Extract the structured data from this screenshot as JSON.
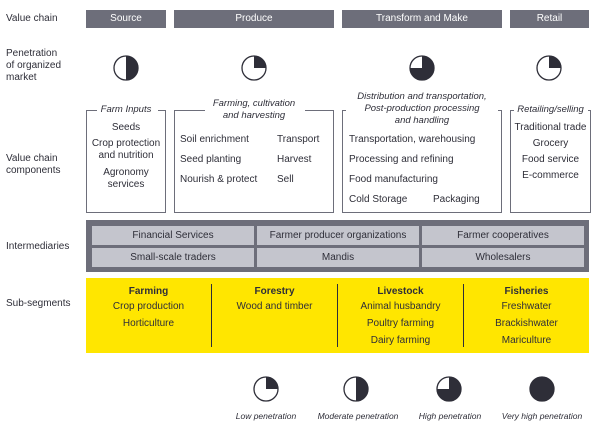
{
  "row_labels": {
    "value_chain": "Value chain",
    "penetration": [
      "Penetration",
      "of organized",
      "market"
    ],
    "components": [
      "Value chain",
      "components"
    ],
    "intermediaries": "Intermediaries",
    "sub_segments": "Sub-segments"
  },
  "headers": [
    "Source",
    "Produce",
    "Transform and Make",
    "Retail"
  ],
  "penetration_levels": [
    "moderate",
    "low",
    "high",
    "low"
  ],
  "components": {
    "farm_inputs": {
      "title": "Farm Inputs",
      "items": [
        "Seeds",
        "Crop protection",
        "and nutrition",
        "Agronomy",
        "services"
      ]
    },
    "farming": {
      "title": [
        "Farming, cultivation",
        "and harvesting"
      ],
      "left": [
        "Soil enrichment",
        "Seed planting",
        "Nourish & protect"
      ],
      "right": [
        "Transport",
        "Harvest",
        "Sell"
      ]
    },
    "distribution": {
      "title": [
        "Distribution and transportation,",
        "Post-production processing",
        "and handling"
      ],
      "items": [
        "Transportation, warehousing",
        "Processing and refining",
        "Food manufacturing"
      ],
      "bottom_left": "Cold Storage",
      "bottom_right": "Packaging"
    },
    "retailing": {
      "title": "Retailing/selling",
      "items": [
        "Traditional trade",
        "Grocery",
        "Food service",
        "E-commerce"
      ]
    }
  },
  "intermediaries": {
    "row1": [
      "Financial Services",
      "Farmer producer organizations",
      "Farmer cooperatives"
    ],
    "row2": [
      "Small-scale traders",
      "Mandis",
      "Wholesalers"
    ]
  },
  "sub_segments": [
    {
      "title": "Farming",
      "items": [
        "Crop production",
        "Horticulture"
      ]
    },
    {
      "title": "Forestry",
      "items": [
        "Wood and timber"
      ]
    },
    {
      "title": "Livestock",
      "items": [
        "Animal husbandry",
        "Poultry farming",
        "Dairy farming"
      ]
    },
    {
      "title": "Fisheries",
      "items": [
        "Freshwater",
        "Brackishwater",
        "Mariculture"
      ]
    }
  ],
  "legend": [
    {
      "level": "low",
      "label": "Low penetration"
    },
    {
      "level": "moderate",
      "label": "Moderate penetration"
    },
    {
      "level": "high",
      "label": "High penetration"
    },
    {
      "level": "very_high",
      "label": "Very high penetration"
    }
  ],
  "colors": {
    "header": "#6d6e7a",
    "intermediary_bg": "#6d6e7a",
    "intermediary_box": "#c4c5cd",
    "sub_segment_bg": "#ffe600",
    "pie_fill": "#2e2e38"
  }
}
